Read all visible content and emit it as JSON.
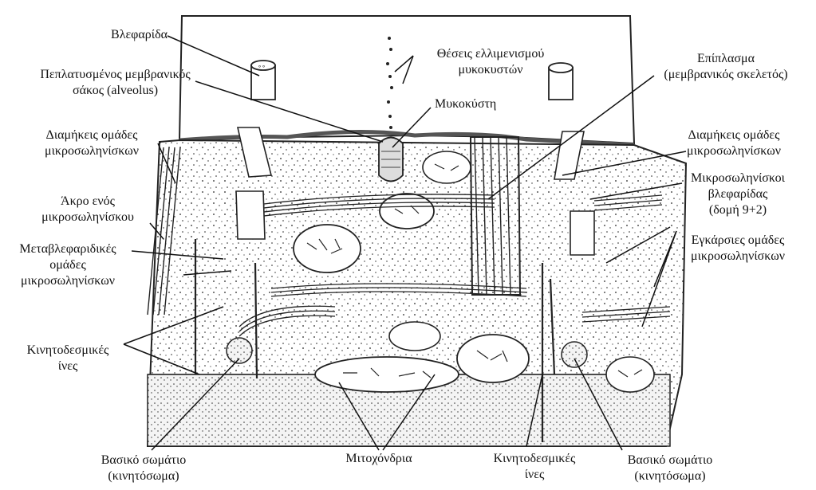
{
  "labels": {
    "cilium": "Βλεφαρίδα",
    "alveolus_1": "Πεπλατυσμένος μεμβρανικός",
    "alveolus_2": "σάκος (alveolus)",
    "long_mt_left_1": "Διαμήκεις ομάδες",
    "long_mt_left_2": "μικροσωληνίσκων",
    "mt_tip_1": "Άκρο ενός",
    "mt_tip_2": "μικροσωληνίσκου",
    "postciliary_1": "Μεταβλεφαριδικές",
    "postciliary_2": "ομάδες",
    "postciliary_3": "μικροσωληνίσκων",
    "kd_fibers_left_1": "Κινητοδεσμικές",
    "kd_fibers_left_2": "ίνες",
    "basal_body_left_1": "Βασικό σωμάτιο",
    "basal_body_left_2": "(κινητόσωμα)",
    "mucocyst_sites_1": "Θέσεις ελλιμενισμού",
    "mucocyst_sites_2": "μυκοκυστών",
    "mucocyst": "Μυκοκύστη",
    "epiplasm_1": "Επίπλασμα",
    "epiplasm_2": "(μεμβρανικός σκελετός)",
    "long_mt_right_1": "Διαμήκεις ομάδες",
    "long_mt_right_2": "μικροσωληνίσκων",
    "cilia_mt_1": "Μικροσωληνίσκοι",
    "cilia_mt_2": "βλεφαρίδας",
    "cilia_mt_3": "(δομή 9+2)",
    "transverse_1": "Εγκάρσιες ομάδες",
    "transverse_2": "μικροσωληνίσκων",
    "mitochondria": "Μιτοχόνδρια",
    "kd_fibers_right_1": "Κινητοδεσμικές",
    "kd_fibers_right_2": "ίνες",
    "basal_body_right_1": "Βασικό σωμάτιο",
    "basal_body_right_2": "(κινητόσωμα)"
  }
}
